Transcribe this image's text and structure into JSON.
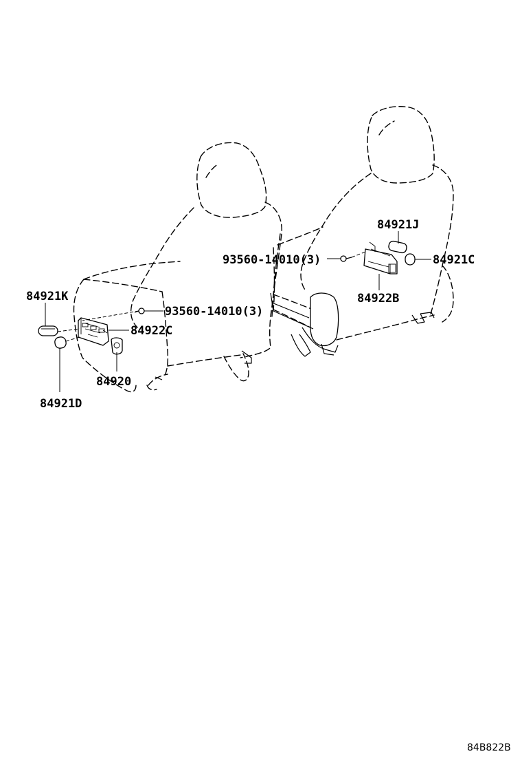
{
  "callouts": {
    "k84921k": "84921K",
    "k93560_left": "93560-14010(3)",
    "k84922c": "84922C",
    "k84920": "84920",
    "k84921d": "84921D",
    "k84921j": "84921J",
    "k93560_right": "93560-14010(3)",
    "k84921c": "84921C",
    "k84922b": "84922B"
  },
  "diagram_id": "84B822B"
}
